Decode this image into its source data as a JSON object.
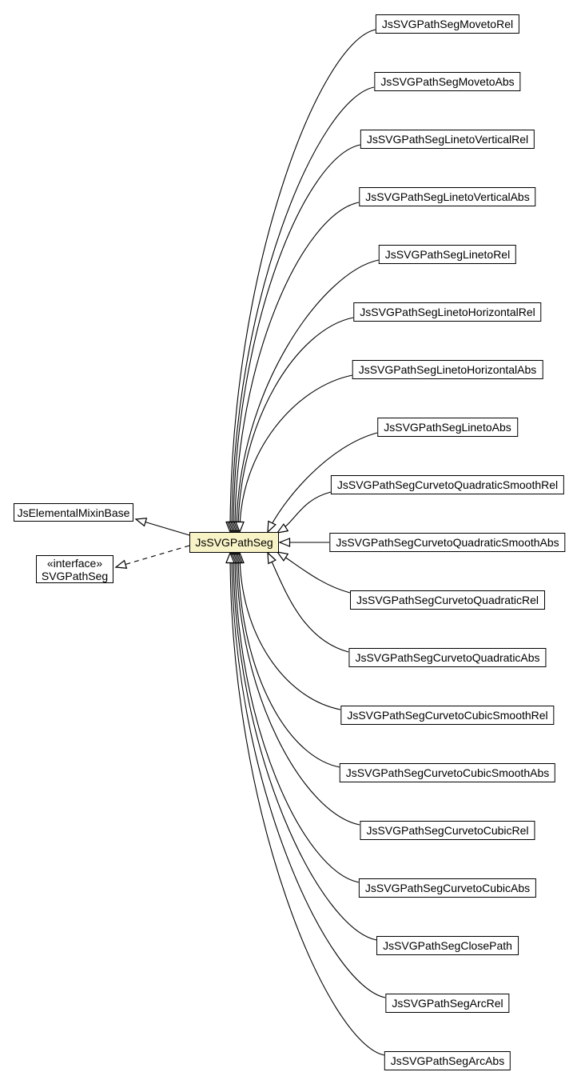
{
  "diagram": {
    "center": {
      "label": "JsSVGPathSeg"
    },
    "parent": {
      "label": "JsElementalMixinBase"
    },
    "interface": {
      "stereotype": "«interface»",
      "label": "SVGPathSeg"
    },
    "subclasses": [
      {
        "label": "JsSVGPathSegMovetoRel"
      },
      {
        "label": "JsSVGPathSegMovetoAbs"
      },
      {
        "label": "JsSVGPathSegLinetoVerticalRel"
      },
      {
        "label": "JsSVGPathSegLinetoVerticalAbs"
      },
      {
        "label": "JsSVGPathSegLinetoRel"
      },
      {
        "label": "JsSVGPathSegLinetoHorizontalRel"
      },
      {
        "label": "JsSVGPathSegLinetoHorizontalAbs"
      },
      {
        "label": "JsSVGPathSegLinetoAbs"
      },
      {
        "label": "JsSVGPathSegCurvetoQuadraticSmoothRel"
      },
      {
        "label": "JsSVGPathSegCurvetoQuadraticSmoothAbs"
      },
      {
        "label": "JsSVGPathSegCurvetoQuadraticRel"
      },
      {
        "label": "JsSVGPathSegCurvetoQuadraticAbs"
      },
      {
        "label": "JsSVGPathSegCurvetoCubicSmoothRel"
      },
      {
        "label": "JsSVGPathSegCurvetoCubicSmoothAbs"
      },
      {
        "label": "JsSVGPathSegCurvetoCubicRel"
      },
      {
        "label": "JsSVGPathSegCurvetoCubicAbs"
      },
      {
        "label": "JsSVGPathSegClosePath"
      },
      {
        "label": "JsSVGPathSegArcRel"
      },
      {
        "label": "JsSVGPathSegArcAbs"
      }
    ],
    "colors": {
      "line": "#000000",
      "box_fill": "#ffffff",
      "box_border": "#000000",
      "center_fill": "#f8f3c6"
    }
  }
}
